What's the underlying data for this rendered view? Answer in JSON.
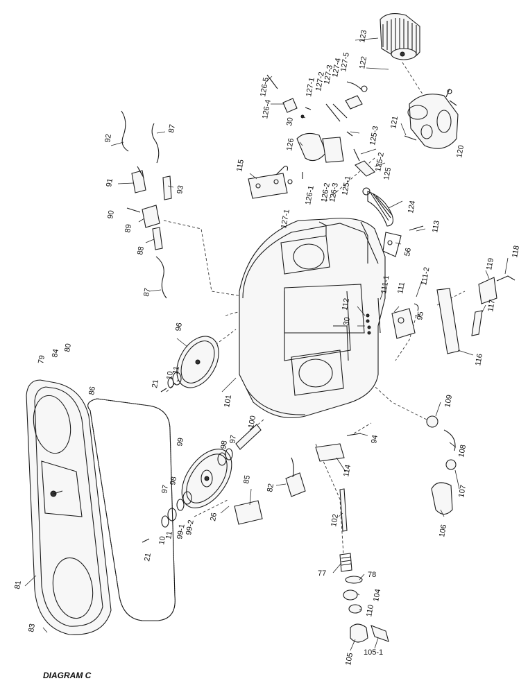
{
  "caption": "DIAGRAM C",
  "part_labels": {
    "l123": "123",
    "l122": "122",
    "l126_5": "126-5",
    "l127_1": "127-1",
    "l127_2": "127-2",
    "l127_3": "127-3",
    "l127_4": "127-4",
    "l127_5": "127-5",
    "l126_4": "126-4",
    "l30a": "30",
    "l126": "126",
    "l125_3": "125-3",
    "l125_2": "125-2",
    "l121": "121",
    "l120": "120",
    "l115": "115",
    "l126_1": "126-1",
    "l126_2": "126-2",
    "l126_3": "126-3",
    "l125_1": "125-1",
    "l125": "125",
    "l124": "124",
    "l127_1b": "127-1",
    "l92": "92",
    "l87a": "87",
    "l91": "91",
    "l93": "93",
    "l90": "90",
    "l89": "89",
    "l88": "88",
    "l87b": "87",
    "l113": "113",
    "l56": "56",
    "l118": "118",
    "l119": "119",
    "l111_2": "111-2",
    "l111_1": "111-1",
    "l111": "111",
    "l112": "112",
    "l30b": "30",
    "l95": "95",
    "l117": "117",
    "l116": "116",
    "l96": "96",
    "l79": "79",
    "l84": "84",
    "l80": "80",
    "l11a": "11",
    "l10a": "10",
    "l21a": "21",
    "l86": "86",
    "l101": "101",
    "l109": "109",
    "l100": "100",
    "l94": "94",
    "l108": "108",
    "l97a": "97",
    "l98a": "98",
    "l99": "99",
    "l114": "114",
    "l107": "107",
    "l98b": "98",
    "l97b": "97",
    "l85": "85",
    "l82": "82",
    "l106": "106",
    "l26": "26",
    "l99_1": "99-1",
    "l99_2": "99-2",
    "l11b": "11",
    "l10b": "10",
    "l21b": "21",
    "l102": "102",
    "l81": "81",
    "l77": "77",
    "l78": "78",
    "l104": "104",
    "l110": "110",
    "l83": "83",
    "l105": "105",
    "l105_1": "105-1"
  }
}
